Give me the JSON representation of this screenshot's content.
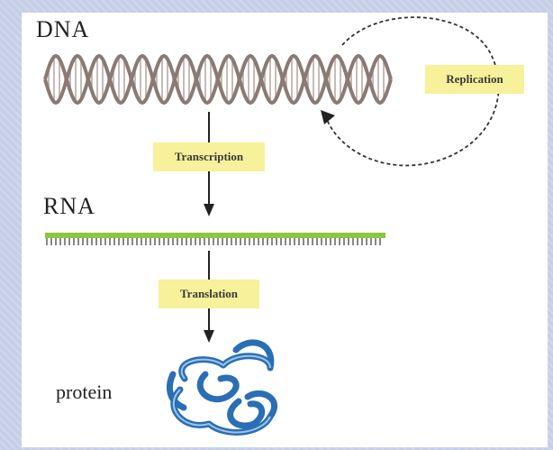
{
  "diagram": {
    "dna_label": "DNA",
    "rna_label": "RNA",
    "protein_label": "protein",
    "replication_label": "Replication",
    "transcription_label": "Transcription",
    "translation_label": "Translation"
  },
  "colors": {
    "background": "#c6cfe8",
    "tag_fill": "#f6f19a",
    "dna_strand": "#8a7a74",
    "rna_green": "#8ec63f",
    "protein_blue": "#2a6fb5"
  }
}
